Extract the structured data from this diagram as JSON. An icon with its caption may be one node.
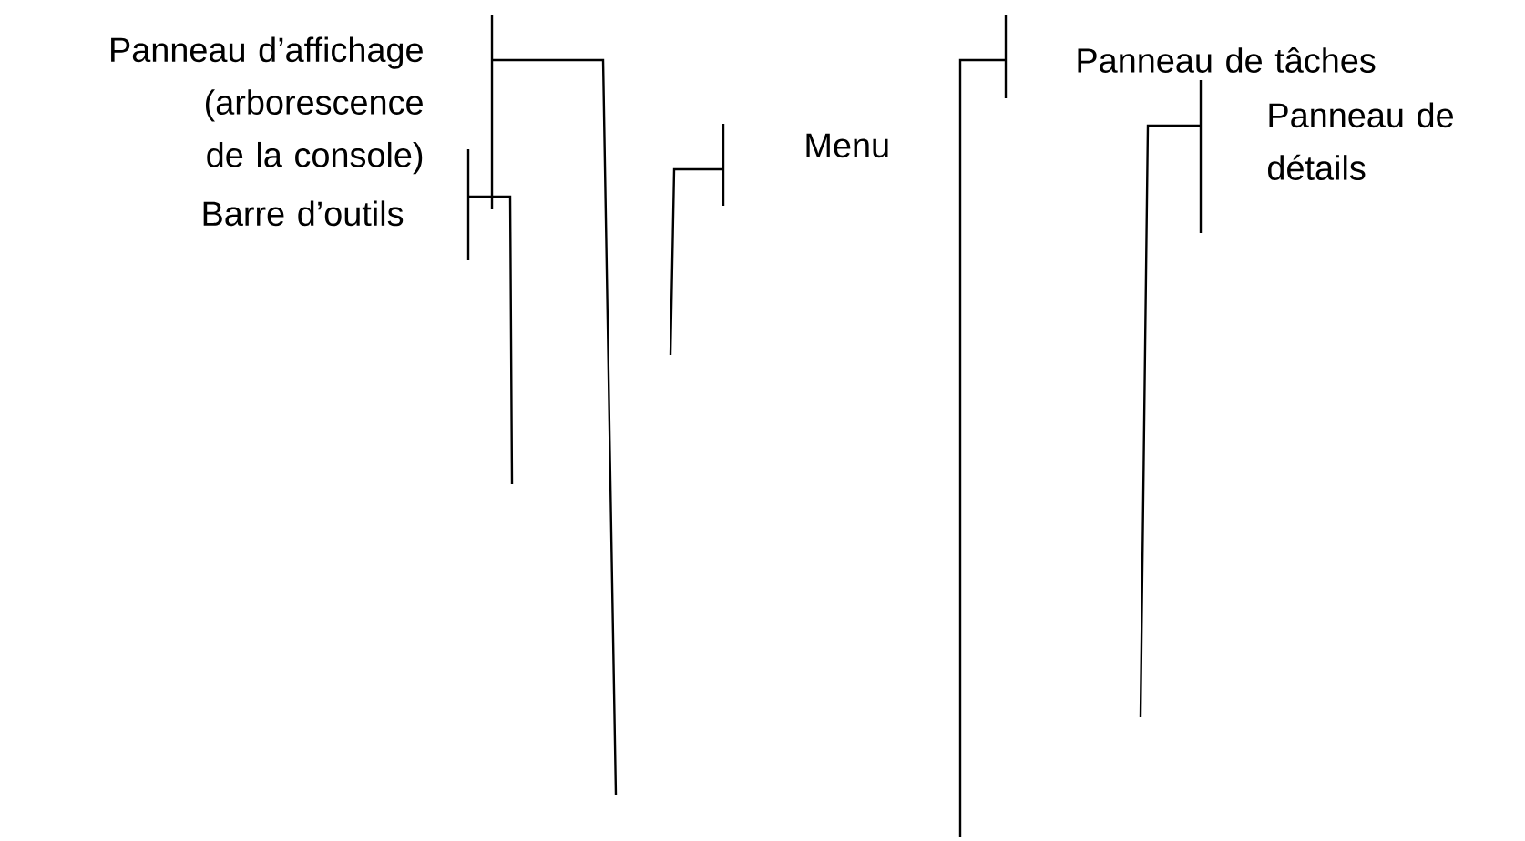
{
  "diagram": {
    "nodes": [
      {
        "text": [
          "Panneau d’affichage (arborescence de la console)"
        ]
      },
      {
        "text": [
          "Barre d’outils"
        ]
      },
      {
        "text": [
          "Menu"
        ]
      },
      {
        "text": [
          "Panneau de tâches"
        ]
      },
      {
        "text": [
          "Panneau de détails"
        ]
      }
    ],
    "edges": [
      {
        "from": 0,
        "to": null,
        "arrow": "none"
      },
      {
        "from": 1,
        "to": null,
        "arrow": "none"
      },
      {
        "from": 2,
        "to": null,
        "arrow": "none"
      },
      {
        "from": 3,
        "to": null,
        "arrow": "none"
      },
      {
        "from": 4,
        "to": null,
        "arrow": "none"
      }
    ]
  }
}
